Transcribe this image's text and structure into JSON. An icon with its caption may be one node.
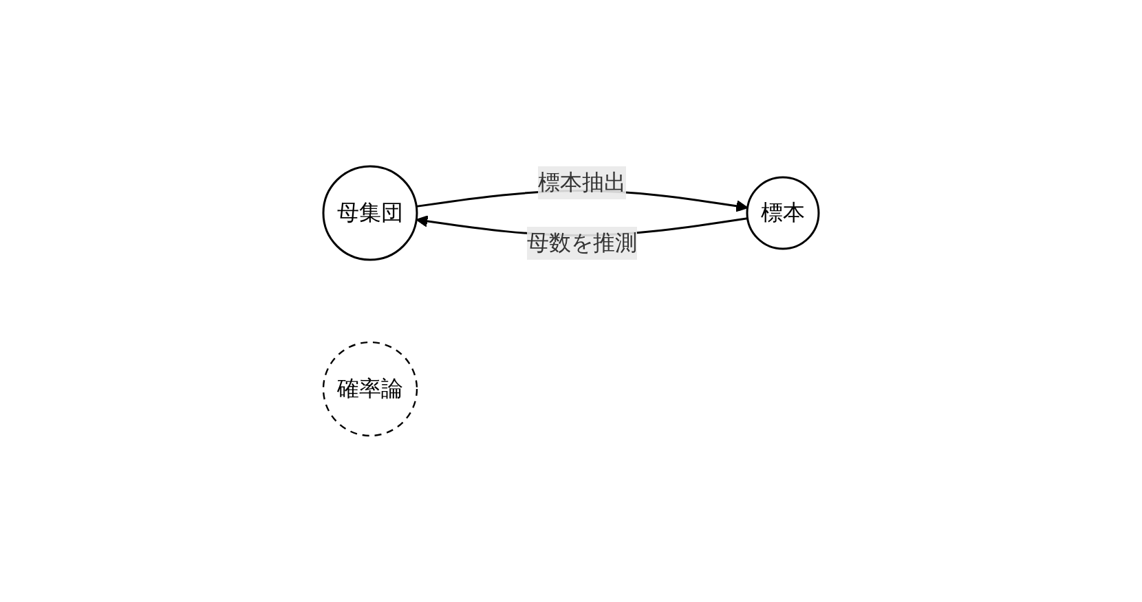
{
  "diagram": {
    "nodes": [
      {
        "text": [
          "母集団"
        ]
      },
      {
        "text": [
          "確率論"
        ]
      },
      {
        "text": [
          "標本"
        ]
      }
    ],
    "edges": [
      {
        "from": 0,
        "to": 2,
        "arrow": "to",
        "label": "標本抽出"
      },
      {
        "from": 2,
        "to": 0,
        "arrow": "to",
        "label": "母数を推測"
      }
    ]
  }
}
